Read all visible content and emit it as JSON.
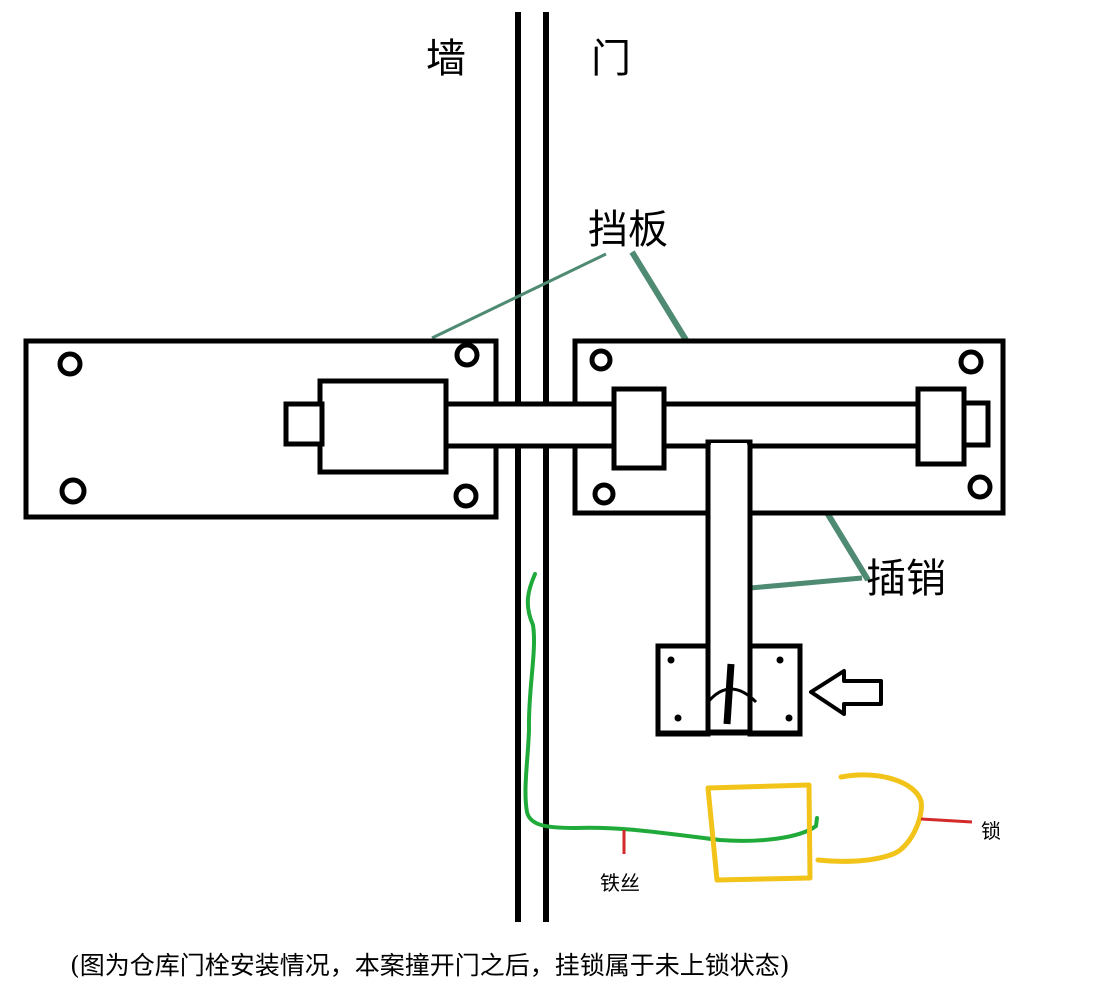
{
  "labels": {
    "wall": "墙",
    "door": "门",
    "baffle": "挡板",
    "bolt": "插销",
    "lock": "锁",
    "wire": "铁丝"
  },
  "caption": "(图为仓库门栓安装情况，本案撞开门之后，挂锁属于未上锁状态)",
  "colors": {
    "ink": "#000000",
    "leader_teal": "#4f8a73",
    "wire_green": "#1faa3a",
    "lock_yellow": "#f2c318",
    "marker_red": "#d42a2a"
  },
  "icons": {
    "pointer": "hollow-left-arrow-icon"
  }
}
